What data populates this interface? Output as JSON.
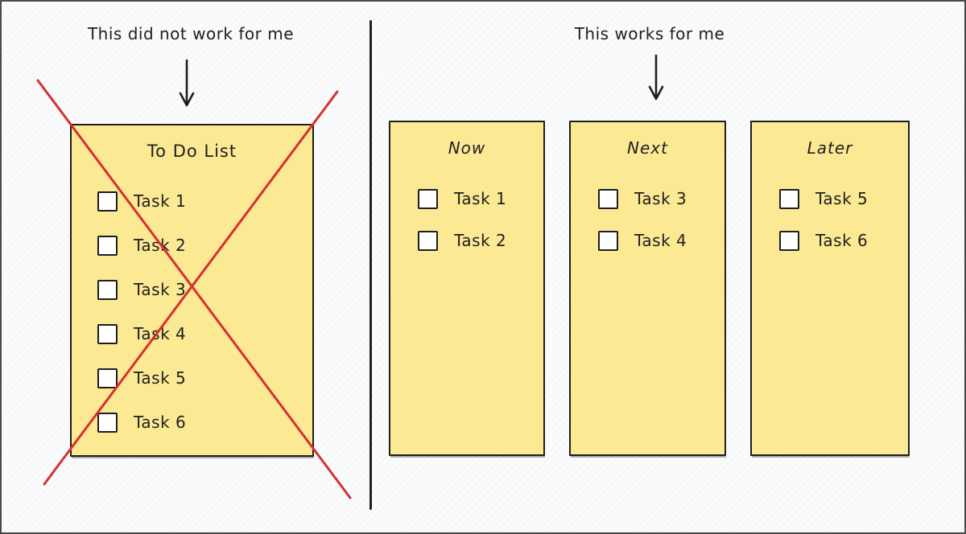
{
  "colors": {
    "card_fill": "#fce994",
    "ink": "#1e1e1e",
    "cross_red": "#d63031",
    "canvas_background": "#fafbfc",
    "frame_border": "#4a4a4a",
    "checkbox_fill": "#ffffff"
  },
  "left_panel": {
    "annotation": "This did not work for me",
    "card": {
      "title": "To Do List",
      "tasks": [
        {
          "label": "Task 1",
          "checked": false
        },
        {
          "label": "Task 2",
          "checked": false
        },
        {
          "label": "Task 3",
          "checked": false
        },
        {
          "label": "Task 4",
          "checked": false
        },
        {
          "label": "Task 5",
          "checked": false
        },
        {
          "label": "Task 6",
          "checked": false
        }
      ]
    }
  },
  "right_panel": {
    "annotation": "This works for me",
    "columns": [
      {
        "title": "Now",
        "tasks": [
          {
            "label": "Task 1",
            "checked": false
          },
          {
            "label": "Task 2",
            "checked": false
          }
        ]
      },
      {
        "title": "Next",
        "tasks": [
          {
            "label": "Task 3",
            "checked": false
          },
          {
            "label": "Task 4",
            "checked": false
          }
        ]
      },
      {
        "title": "Later",
        "tasks": [
          {
            "label": "Task 5",
            "checked": false
          },
          {
            "label": "Task 6",
            "checked": false
          }
        ]
      }
    ]
  }
}
